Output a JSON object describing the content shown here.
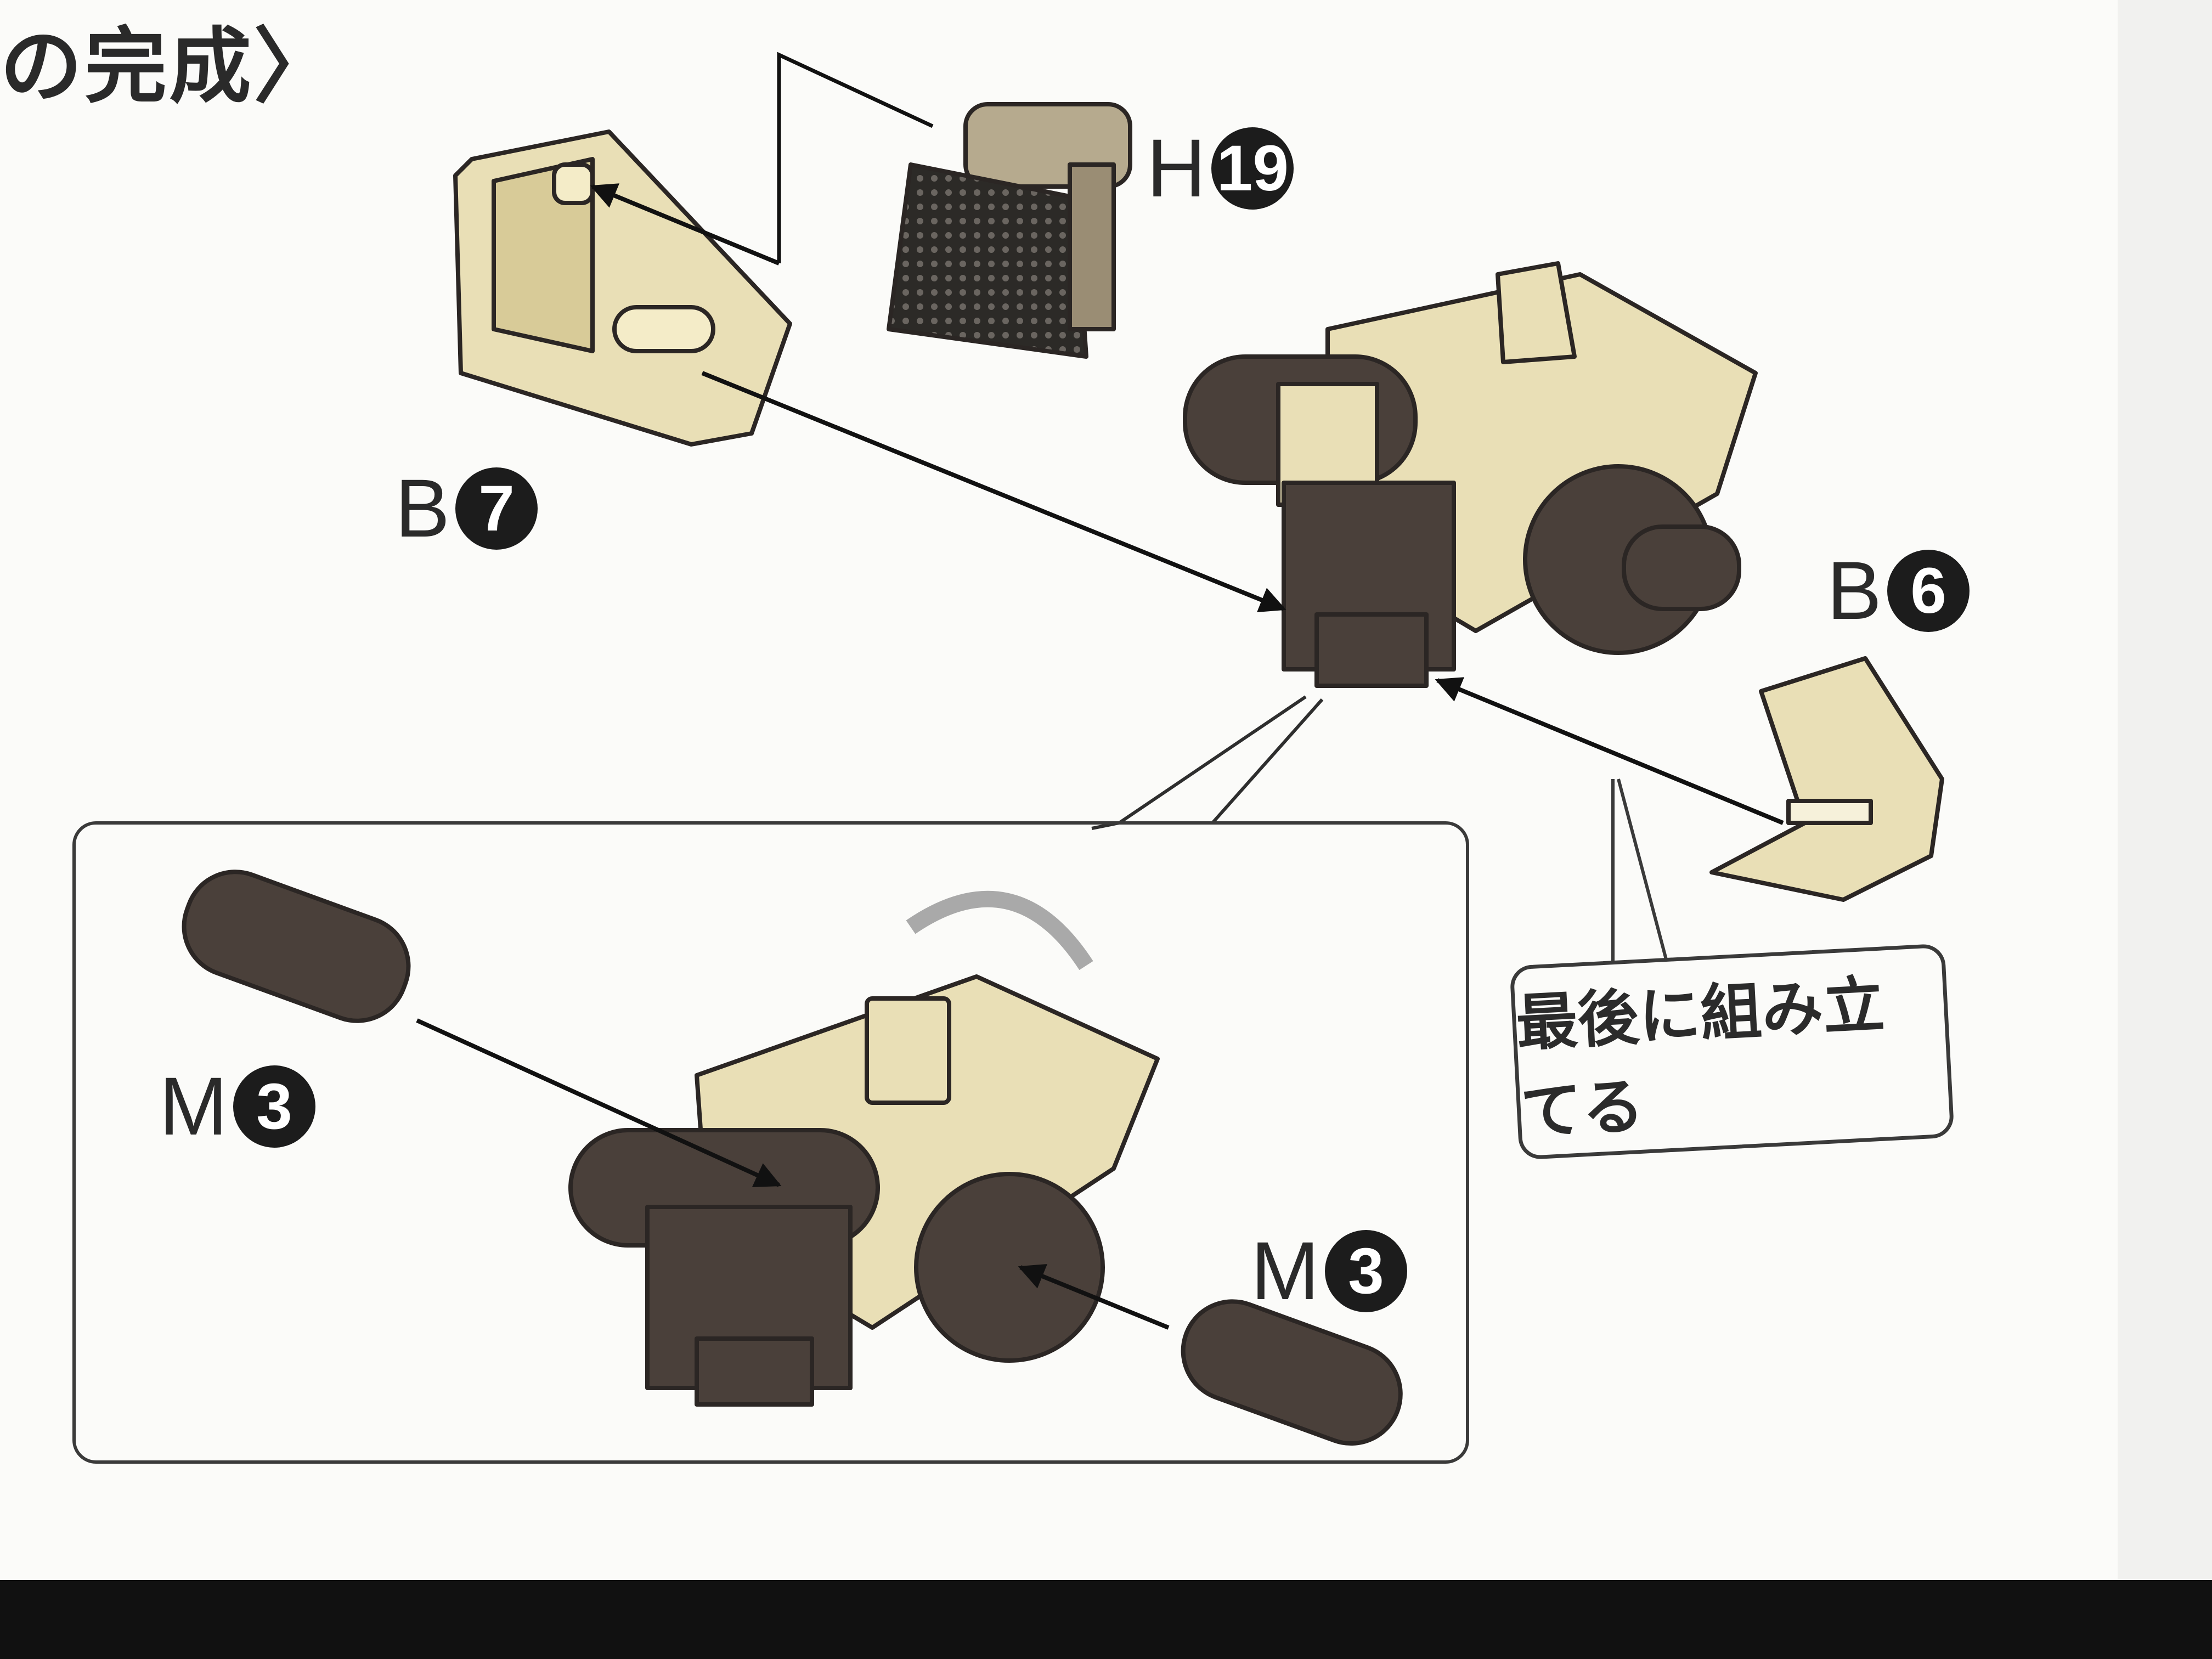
{
  "heading": "の完成〉",
  "parts": {
    "h19": {
      "letter": "H",
      "number": "19"
    },
    "b7": {
      "letter": "B",
      "number": "7"
    },
    "b6": {
      "letter": "B",
      "number": "6"
    },
    "m3_left": {
      "letter": "M",
      "number": "3"
    },
    "m3_right": {
      "letter": "M",
      "number": "3"
    }
  },
  "callout_text": "最後に組み立てる",
  "colors": {
    "beige": "#e9dfb6",
    "dark": "#4a403a",
    "outline": "#2b2624",
    "mesh": "#2c2a27",
    "arrow": "#111111"
  }
}
